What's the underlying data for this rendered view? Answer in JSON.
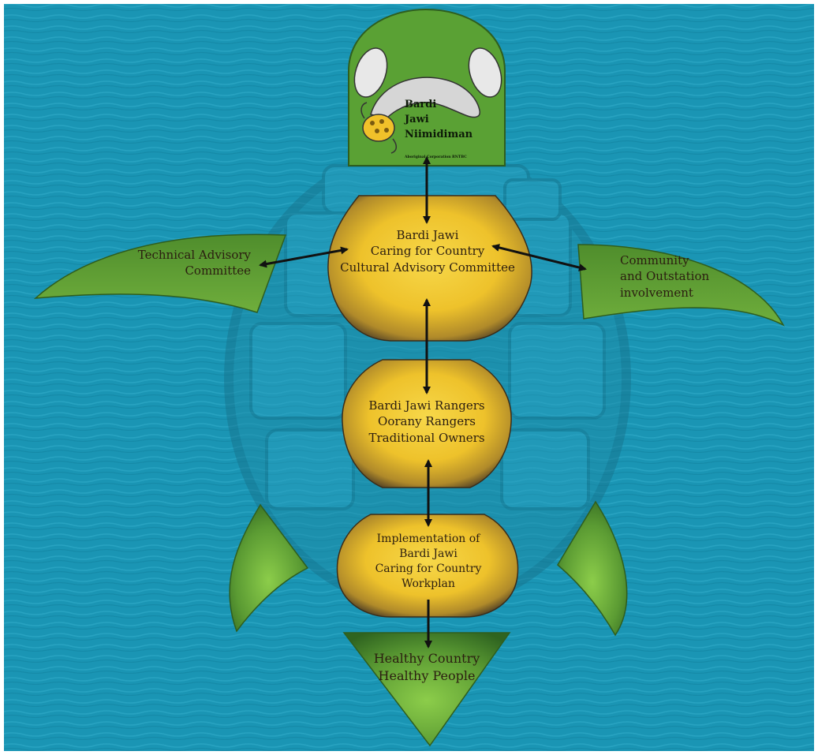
{
  "logo": {
    "name_line1": "Bardi",
    "name_line2": "Jawi",
    "name_line3": "Niimidiman",
    "subtitle": "Aboriginal Corporation RNTBC"
  },
  "nodes": {
    "cultural_committee": {
      "line1": "Bardi Jawi",
      "line2": "Caring for Country",
      "line3": "Cultural Advisory Committee"
    },
    "rangers": {
      "line1": "Bardi Jawi Rangers",
      "line2": "Oorany Rangers",
      "line3": "Traditional Owners"
    },
    "implementation": {
      "line1": "Implementation of",
      "line2": "Bardi Jawi",
      "line3": "Caring for Country",
      "line4": "Workplan"
    },
    "technical": {
      "line1": "Technical Advisory",
      "line2": "Committee"
    },
    "community": {
      "line1": "Community",
      "line2": "and Outstation",
      "line3": "involvement"
    },
    "outcome": {
      "line1": "Healthy Country",
      "line2": "Healthy People"
    }
  },
  "colors": {
    "sea": "#1b97b6",
    "flipper_green": "#5a9a32",
    "node_gold": "#f0c42e",
    "arrow": "#111111"
  }
}
